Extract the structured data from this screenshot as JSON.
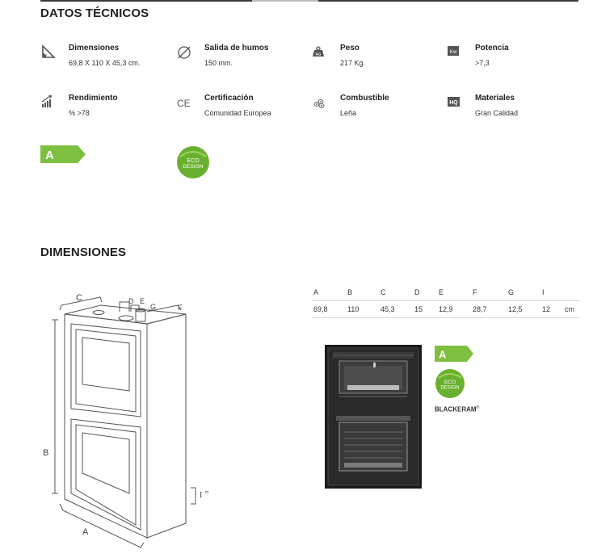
{
  "sections": {
    "specs_title": "DATOS TÉCNICOS",
    "dims_title": "DIMENSIONES"
  },
  "specs": [
    {
      "label": "Dimensiones",
      "value": "69,8 X 110 X 45,3 cm.",
      "icon": "dimensions-icon"
    },
    {
      "label": "Salida de humos",
      "value": "150 mm.",
      "icon": "diameter-icon"
    },
    {
      "label": "Peso",
      "value": "217 Kg.",
      "icon": "weight-icon",
      "icon_text": "KG"
    },
    {
      "label": "Potencia",
      "value": ">7,3",
      "icon": "power-kw-icon",
      "icon_text": "Kw"
    },
    {
      "label": "Rendimiento",
      "value": "% >78",
      "icon": "performance-icon"
    },
    {
      "label": "Certificación",
      "value": "Comunidad Europea",
      "icon": "ce-mark-icon",
      "icon_text": "CE"
    },
    {
      "label": "Combustible",
      "value": "Leña",
      "icon": "firewood-icon"
    },
    {
      "label": "Materiales",
      "value": "Gran Calidad",
      "icon": "materials-hq-icon",
      "icon_text": "HQ"
    }
  ],
  "energy_badge": {
    "grade": "A",
    "color": "#7fbf3f"
  },
  "eco_badge": {
    "line1": "ECO",
    "line2": "DESIGN",
    "color": "#6ab02f"
  },
  "diagram_labels": {
    "a": "A",
    "b": "B",
    "c": "C",
    "d": "D",
    "e": "E",
    "f": "F",
    "g": "G",
    "i": "I",
    "i_sub": "m"
  },
  "dims_table": {
    "headers": [
      "A",
      "B",
      "C",
      "D",
      "E",
      "F",
      "G",
      "I",
      ""
    ],
    "values": [
      "69,8",
      "110",
      "45,3",
      "15",
      "12,9",
      "28,7",
      "12,5",
      "12",
      "cm"
    ]
  },
  "product": {
    "brand": "BLACKERAM",
    "reg": "®"
  }
}
